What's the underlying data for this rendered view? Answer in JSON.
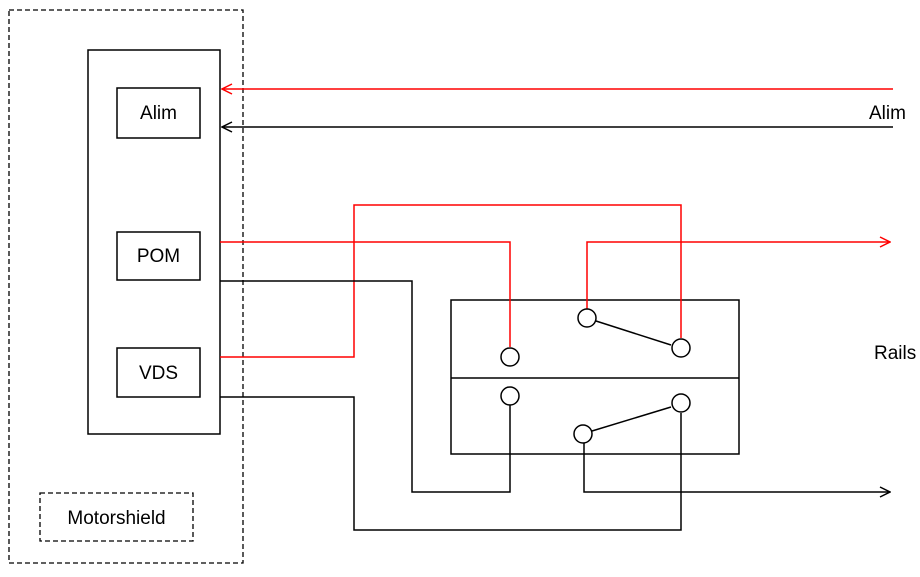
{
  "labels": {
    "alim_box": "Alim",
    "pom_box": "POM",
    "vds_box": "VDS",
    "motorshield": "Motorshield",
    "alim_input": "Alim",
    "rails": "Rails"
  },
  "colors": {
    "wire_red": "#ff0000",
    "wire_black": "#000000",
    "background": "#ffffff"
  }
}
